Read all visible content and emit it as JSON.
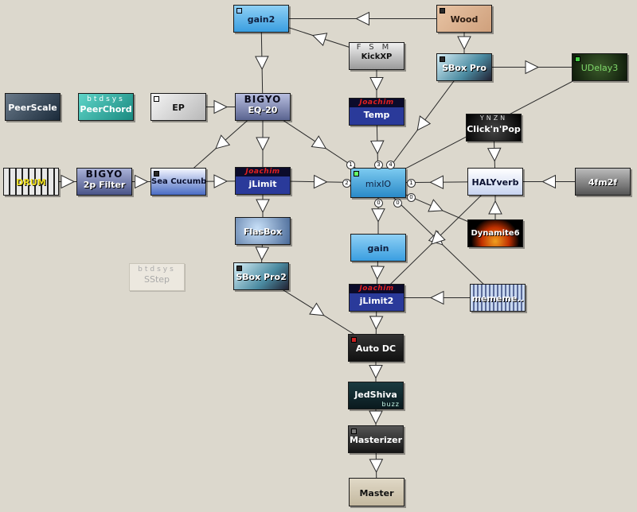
{
  "machines": {
    "gain2": "gain2",
    "wood": "Wood",
    "kickxp": "KickXP",
    "kickxp_banner": "FSM",
    "sboxpro": "SBox Pro",
    "udelay3": "UDelay3",
    "peerscale": "PeerScale",
    "peerchord": "PeerChord",
    "peerchord_banner": "btdsys",
    "ep": "EP",
    "eq20": "EQ-20",
    "eq20_banner": "BIGYO",
    "temp": "Temp",
    "temp_banner": "Joachim",
    "clicknpop": "Click'n'Pop",
    "clicknpop_banner": "YNZN",
    "drum": "DRUM",
    "filter2p": "2p Filter",
    "filter2p_banner": "BIGYO",
    "seacucumber": "Sea Cucumber",
    "jlimit": "jLimit",
    "jlimit_banner": "Joachim",
    "mixio": "mixIO",
    "halyverb": "HALYverb",
    "fourfm2f": "4fm2f",
    "flasbox": "FlasBox",
    "dynamite6": "Dynamite6",
    "sstep": "SStep",
    "sstep_banner": "btdsys",
    "gain": "gain",
    "sboxpro2": "SBox Pro2",
    "jlimit2": "jLimit2",
    "jlimit2_banner": "Joachim",
    "mememe": "mememe..",
    "autodc": "Auto DC",
    "jedshiva": "JedShiva",
    "jedshiva_sub": "buzz",
    "masterizer": "Masterizer",
    "master": "Master"
  },
  "pins": [
    "1",
    "2",
    "3",
    "4",
    "1",
    "0",
    "0",
    "0"
  ],
  "colors": {
    "background": "#dcd8cd",
    "wire": "#2a2a2a",
    "arrow_fill": "#ffffff",
    "mixio_pin": "#ffffff"
  }
}
